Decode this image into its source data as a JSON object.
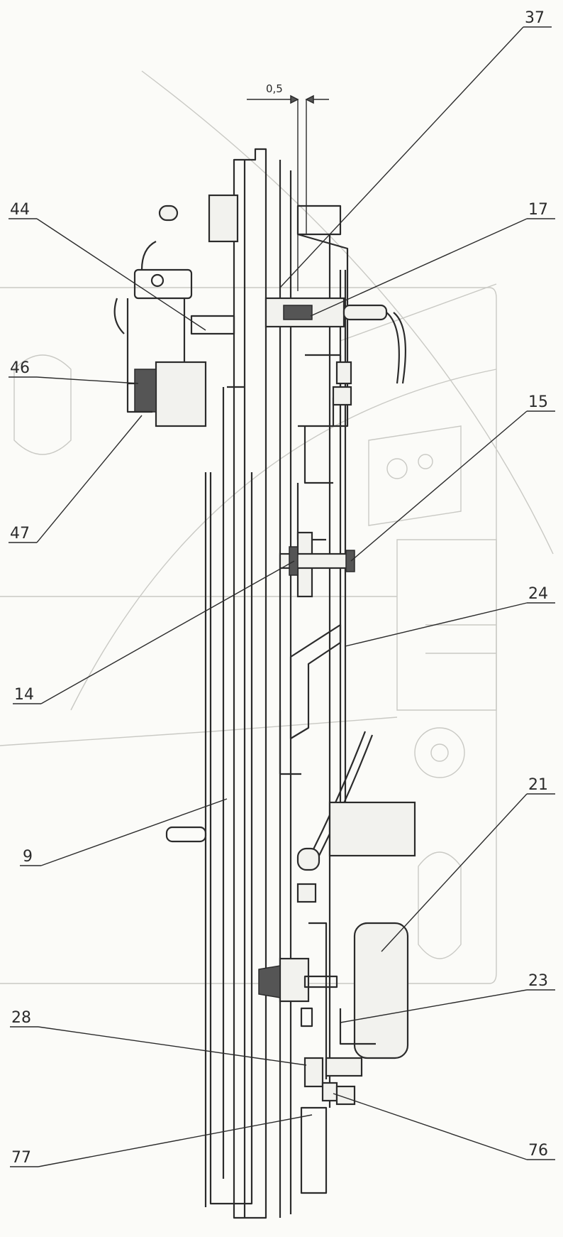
{
  "dimension": {
    "value": "0,5"
  },
  "labels": {
    "l37": "37",
    "l44": "44",
    "l17": "17",
    "l46": "46",
    "l15": "15",
    "l47": "47",
    "l24": "24",
    "l14": "14",
    "l21": "21",
    "l9": "9",
    "l23": "23",
    "l28": "28",
    "l77": "77",
    "l76": "76"
  },
  "colors": {
    "ink": "#2b2b2b",
    "background_ghost": "#c9c9c4",
    "paper": "#fbfbf8"
  }
}
